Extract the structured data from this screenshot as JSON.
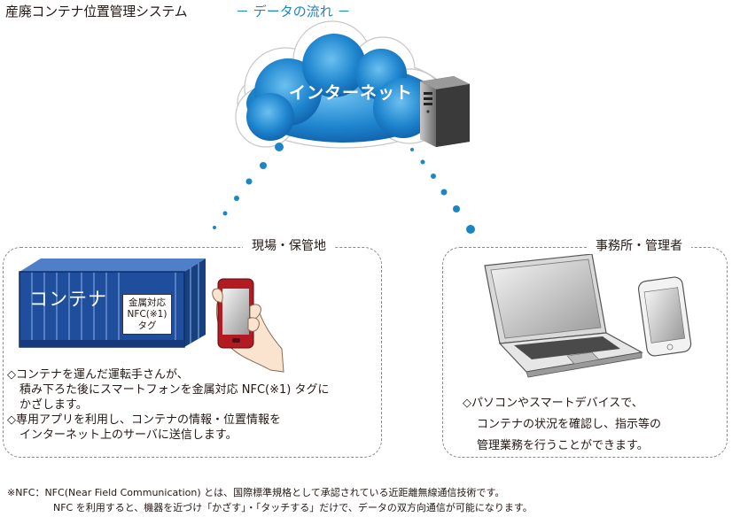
{
  "header": {
    "title": "産廃コンテナ位置管理システム",
    "subtitle": "－ データの流れ －"
  },
  "cloud": {
    "label": "インターネット"
  },
  "site_panel": {
    "title": "現場・保管地",
    "container_label": "コンテナ",
    "tag_lines": [
      "金属対応",
      "NFC(※1)",
      "タグ"
    ],
    "desc_lines": [
      "◇コンテナを運んだ運転手さんが、",
      "積み下ろた後にスマートフォンを金属対応 NFC(※1) タグに",
      "かざします。",
      "◇専用アプリを利用し、コンテナの情報・位置情報を",
      "インターネット上のサーバに送信します。"
    ]
  },
  "office_panel": {
    "title": "事務所・管理者",
    "desc_lines": [
      "◇パソコンやスマートデバイスで、",
      "コンテナの状況を確認し、指示等の",
      "管理業務を行うことができます。"
    ]
  },
  "footnote": {
    "line1": "※NFC：NFC(Near Field Communication) とは、国際標準規格として承認されている近距離無線通信技術です。",
    "line2": "NFC を利用すると、機器を近づけ「かざす」・「タッチする」だけで、データの双方向通信が可能になります。"
  },
  "colors": {
    "accent": "#1a86c8",
    "container": "#1f4e9c",
    "cloud": "#2e8fd3",
    "dots": "#1a86c8"
  },
  "icons": [
    "cloud-icon",
    "server-icon",
    "container-icon",
    "smartphone-icon",
    "laptop-icon",
    "smartphone-white-icon"
  ]
}
